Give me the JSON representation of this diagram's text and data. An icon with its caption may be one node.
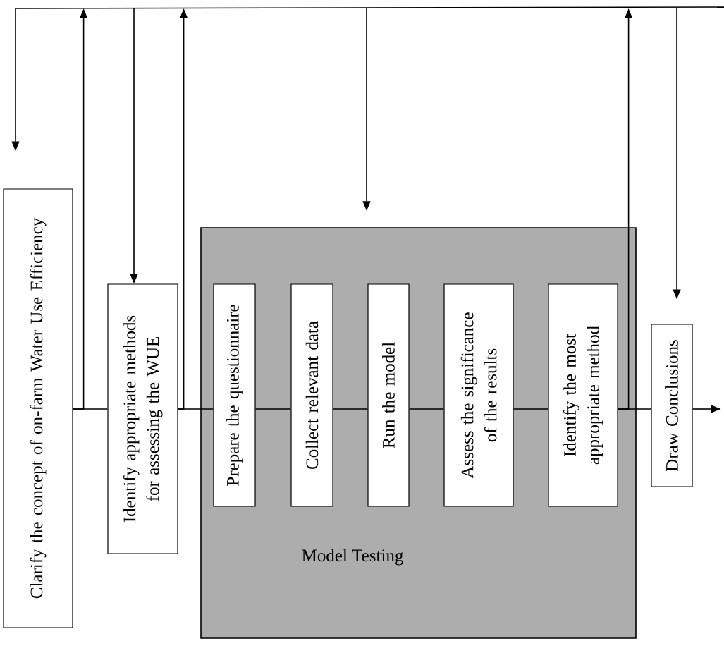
{
  "diagram": {
    "nodes": [
      {
        "text": [
          "Clarify the concept of on-farm Water Use Efficiency"
        ]
      },
      {
        "text": [
          "Identify appropriate methods for assessing the WUE"
        ]
      },
      {
        "text": [
          "Model Testing"
        ]
      },
      {
        "text": [
          "Prepare the questionnaire"
        ],
        "in": 2
      },
      {
        "text": [
          "Collect relevant data"
        ],
        "in": 2
      },
      {
        "text": [
          "Run the model"
        ],
        "in": 2
      },
      {
        "text": [
          "Assess the significance of the results"
        ],
        "in": 2
      },
      {
        "text": [
          "Identify the most appropriate method"
        ],
        "in": 2
      },
      {
        "text": [
          "Draw Conclusions"
        ]
      }
    ],
    "edges": [
      {
        "from": 0,
        "to": 1,
        "arrow": "none"
      },
      {
        "from": 1,
        "to": 3,
        "arrow": "none"
      },
      {
        "from": 3,
        "to": 4,
        "arrow": "none"
      },
      {
        "from": 4,
        "to": 5,
        "arrow": "none"
      },
      {
        "from": 5,
        "to": 6,
        "arrow": "none"
      },
      {
        "from": 6,
        "to": 7,
        "arrow": "none"
      },
      {
        "from": 7,
        "to": 8,
        "arrow": "none"
      },
      {
        "from": 8,
        "to": null,
        "arrow": "to"
      },
      {
        "from": 0,
        "to": null,
        "arrow": "to"
      },
      {
        "from": 1,
        "to": null,
        "arrow": "to"
      },
      {
        "from": 7,
        "to": null,
        "arrow": "to"
      },
      {
        "from": null,
        "to": 0,
        "arrow": "to"
      },
      {
        "from": null,
        "to": 1,
        "arrow": "to"
      },
      {
        "from": null,
        "to": 2,
        "arrow": "to"
      },
      {
        "from": null,
        "to": 8,
        "arrow": "to"
      }
    ]
  }
}
